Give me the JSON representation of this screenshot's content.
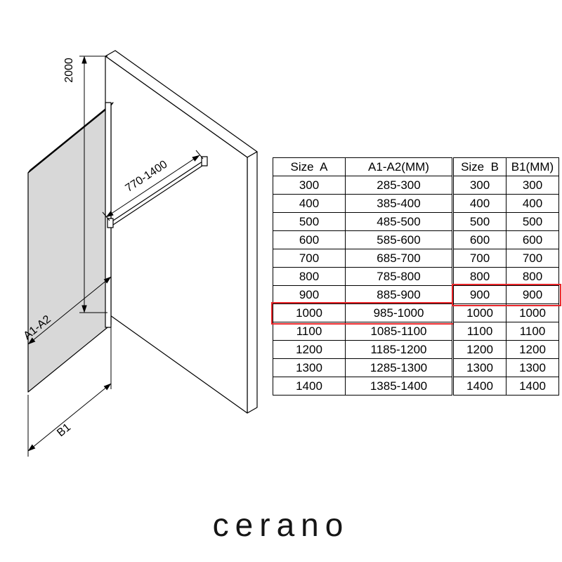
{
  "diagram": {
    "labels": {
      "height_mm": "2000",
      "bar_range_mm": "770-1400",
      "width_a": "A1-A2",
      "width_b": "B1"
    },
    "colors": {
      "glass_fill": "#d8d8d8",
      "line": "#000000",
      "highlight": "#e8262a"
    }
  },
  "tables": [
    {
      "name": "size-a-table",
      "headers": [
        "Size  A",
        "A1-A2(MM)"
      ],
      "rows": [
        [
          "300",
          "285-300"
        ],
        [
          "400",
          "385-400"
        ],
        [
          "500",
          "485-500"
        ],
        [
          "600",
          "585-600"
        ],
        [
          "700",
          "685-700"
        ],
        [
          "800",
          "785-800"
        ],
        [
          "900",
          "885-900"
        ],
        [
          "1000",
          "985-1000"
        ],
        [
          "1100",
          "1085-1100"
        ],
        [
          "1200",
          "1185-1200"
        ],
        [
          "1300",
          "1285-1300"
        ],
        [
          "1400",
          "1385-1400"
        ]
      ],
      "highlighted_row": 7
    },
    {
      "name": "size-b-table",
      "headers": [
        "Size  B",
        "B1(MM)"
      ],
      "rows": [
        [
          "300",
          "300"
        ],
        [
          "400",
          "400"
        ],
        [
          "500",
          "500"
        ],
        [
          "600",
          "600"
        ],
        [
          "700",
          "700"
        ],
        [
          "800",
          "800"
        ],
        [
          "900",
          "900"
        ],
        [
          "1000",
          "1000"
        ],
        [
          "1100",
          "1100"
        ],
        [
          "1200",
          "1200"
        ],
        [
          "1300",
          "1300"
        ],
        [
          "1400",
          "1400"
        ]
      ],
      "highlighted_row": 6
    }
  ],
  "brand": {
    "logo": "cerano"
  }
}
